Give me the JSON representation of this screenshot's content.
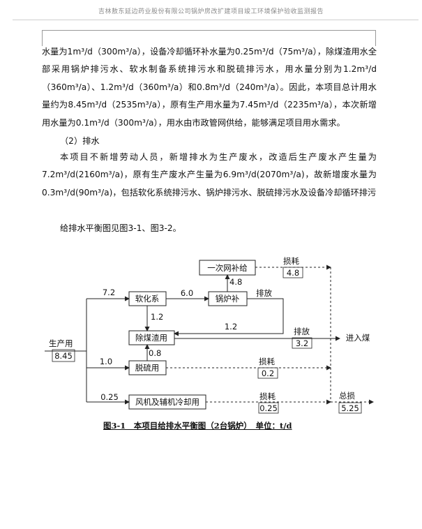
{
  "header": {
    "title": "吉林敖东延边药业股份有限公司锅炉房改扩建项目竣工环境保护验收监测报告"
  },
  "body": {
    "para1": "水量为1m³/d（300m³/a），设备冷却循环补水量为0.25m³/d（75m³/a），除煤渣用水全部采用锅炉排污水、软水制备系统排污水和脱硫排污水，用水量分别为1.2m³/d（360m³/a）、1.2m³/d（360m³/a）和0.8m³/d（240m³/a）。因此，本项目总计用水量约为8.45m³/d（2535m³/a），原有生产用水量为7.45m³/d（2235m³/a），本次新增用水量为0.1m³/d（300m³/a），用水由市政管网供给，能够满足项目用水需求。",
    "heading2": "（2）排水",
    "para2": "本项目不新增劳动人员，新增排水为生产废水，改造后生产废水产生量为7.2m³/d(2160m³/a)，原有生产废水产生量为6.9m³/d(2070m³/a)，故新增废水量为0.3m³/d(90m³/a)，包括软化系统排污水、锅炉排污水、脱硫排污水及设备冷却循环排污",
    "para3": "给排水平衡图见图3-1、图3-2。"
  },
  "diagram": {
    "nodes": {
      "supply": "一次网补给",
      "softener": "软化系",
      "boiler": "锅炉补",
      "slag": "除煤渣用",
      "desulf": "脱硫用",
      "fan": "风机及辅机冷却用",
      "into_coal": "进入煤",
      "production": "生产用"
    },
    "labels": {
      "loss1": "损耗",
      "loss1_val": "4.8",
      "supply_to_boiler": "4.8",
      "to_softener": "7.2",
      "soft_to_boiler": "6.0",
      "discharge1": "排放",
      "soft_to_slag": "1.2",
      "boiler_to_slag": "1.2",
      "discharge2": "排放",
      "discharge2_val": "3.2",
      "desulf_to_slag": "0.8",
      "production_val": "8.45",
      "to_desulf": "1.0",
      "loss2": "损耗",
      "loss2_val": "0.2",
      "to_fan": "0.25",
      "loss3": "损耗",
      "loss3_val": "0.25",
      "total_loss": "总损",
      "total_loss_val": "5.25"
    },
    "caption": "图3-1　本项目给排水平衡图（2台锅炉）　单位：t/d"
  }
}
